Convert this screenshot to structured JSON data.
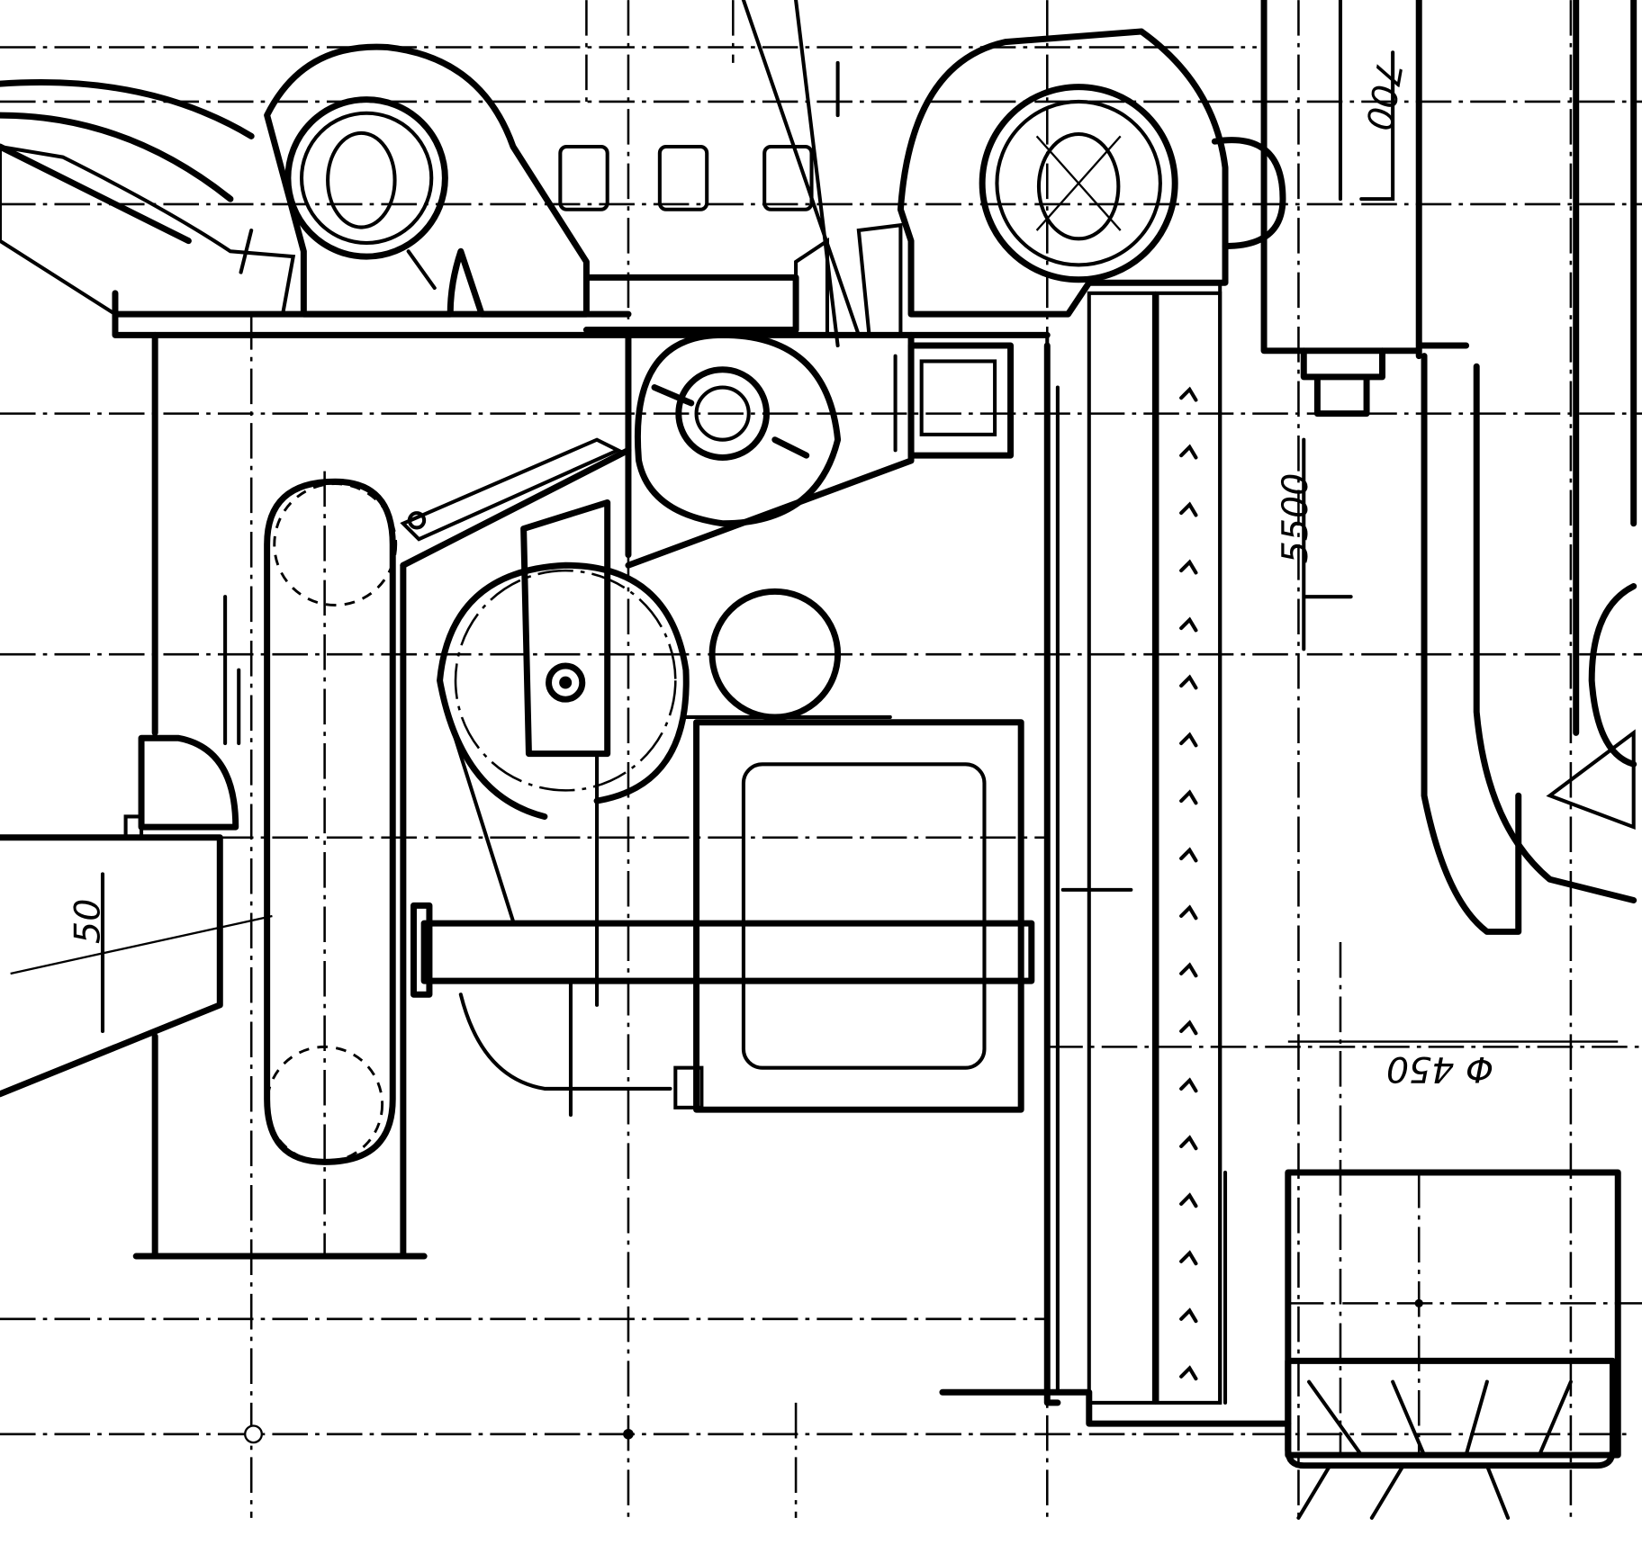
{
  "drawing": {
    "dimensions": {
      "left_height": "50",
      "column_height": "5500",
      "top_right": "700",
      "diameter": "Φ 450"
    },
    "colors": {
      "ink": "#000000",
      "paper": "#ffffff"
    }
  }
}
